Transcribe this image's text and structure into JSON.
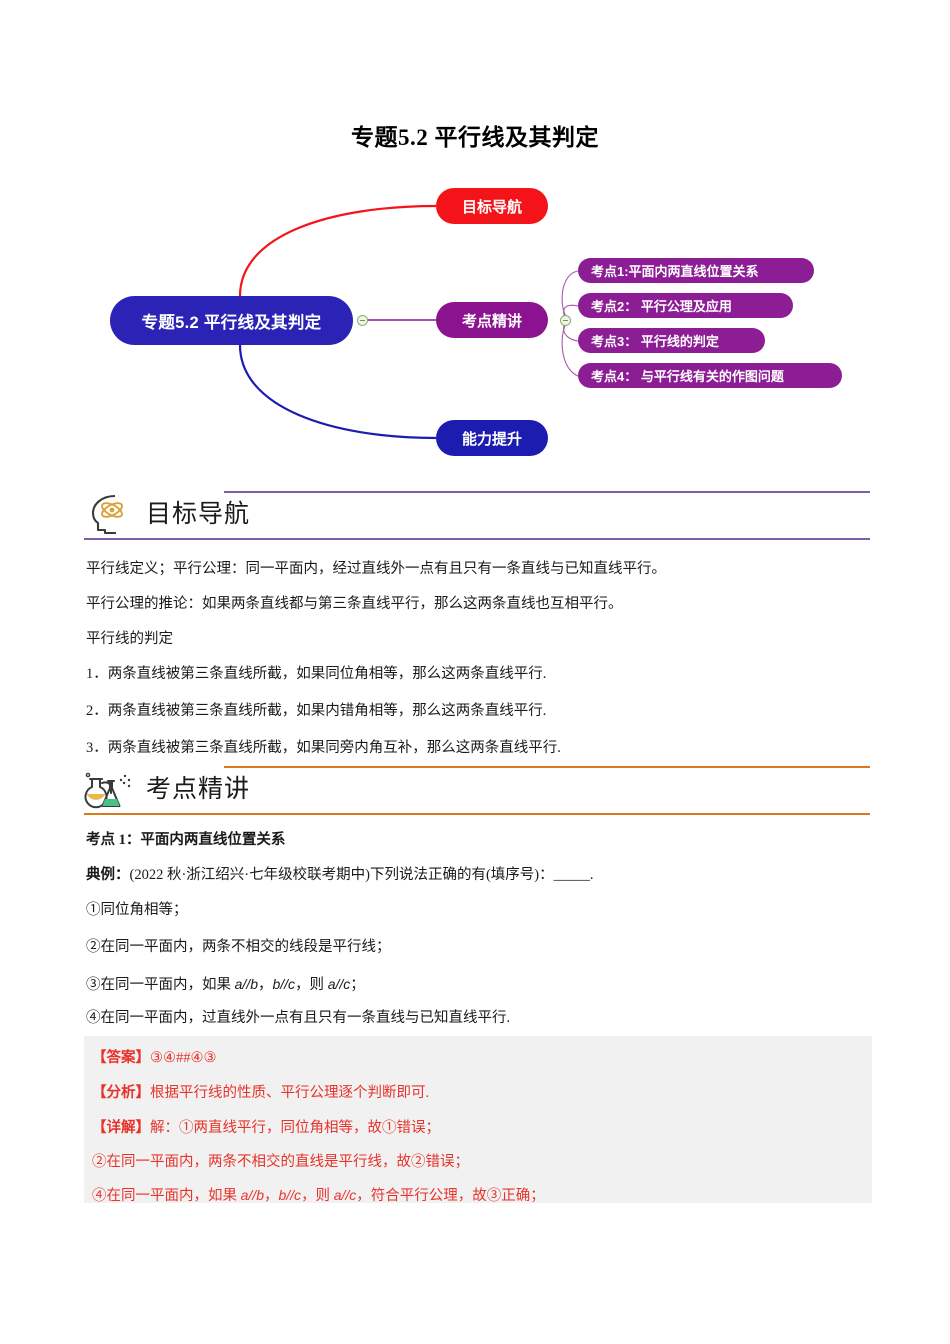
{
  "document": {
    "title": "专题5.2  平行线及其判定"
  },
  "mindmap": {
    "root": {
      "label": "专题5.2 平行线及其判定",
      "color": "#2A23B5"
    },
    "branches": [
      {
        "label": "目标导航",
        "color": "#F41319"
      },
      {
        "label": "考点精讲",
        "color": "#8C1390"
      },
      {
        "label": "能力提升",
        "color": "#1C1CB0"
      }
    ],
    "subnodes": [
      {
        "label": "考点1:平面内两直线位置关系",
        "color": "#8C1D95"
      },
      {
        "label": "考点2： 平行公理及应用",
        "color": "#8C1D95"
      },
      {
        "label": "考点3： 平行线的判定",
        "color": "#8C1D95"
      },
      {
        "label": "考点4： 与平行线有关的作图问题",
        "color": "#8C1D95"
      }
    ]
  },
  "sections": {
    "goal": {
      "heading": "目标导航",
      "icon": "head-atom-icon",
      "rule_color": "#7B5EA7",
      "lines": [
        "平行线定义；平行公理：同一平面内，经过直线外一点有且只有一条直线与已知直线平行。",
        "平行公理的推论：如果两条直线都与第三条直线平行，那么这两条直线也互相平行。",
        "平行线的判定",
        "1．两条直线被第三条直线所截，如果同位角相等，那么这两条直线平行.",
        "2．两条直线被第三条直线所截，如果内错角相等，那么这两条直线平行.",
        "3．两条直线被第三条直线所截，如果同旁内角互补，那么这两条直线平行."
      ]
    },
    "exam": {
      "heading": "考点精讲",
      "icon": "flask-beaker-icon",
      "rule_color": "#D87A1E",
      "point_title": "考点 1：平面内两直线位置关系",
      "example_label": "典例：",
      "example_text": "(2022 秋·浙江绍兴·七年级校联考期中)下列说法正确的有(填序号)：_____.",
      "options": [
        "①同位角相等；",
        "②在同一平面内，两条不相交的线段是平行线；",
        "③在同一平面内，如果 a//b，b//c，则 a//c；",
        "④在同一平面内，过直线外一点有且只有一条直线与已知直线平行."
      ]
    }
  },
  "answer_block": {
    "background": "#F1F1F1",
    "text_color": "#E8332B",
    "lines": [
      {
        "label": "【答案】",
        "text": "③④##④③"
      },
      {
        "label": "【分析】",
        "text": "根据平行线的性质、平行公理逐个判断即可."
      },
      {
        "label": "【详解】",
        "text": "解：①两直线平行，同位角相等，故①错误；"
      },
      {
        "label": "",
        "text": "②在同一平面内，两条不相交的直线是平行线，故②错误；"
      },
      {
        "label": "",
        "text": "④在同一平面内，如果 a//b，b//c，则 a//c，符合平行公理，故③正确；"
      }
    ]
  }
}
